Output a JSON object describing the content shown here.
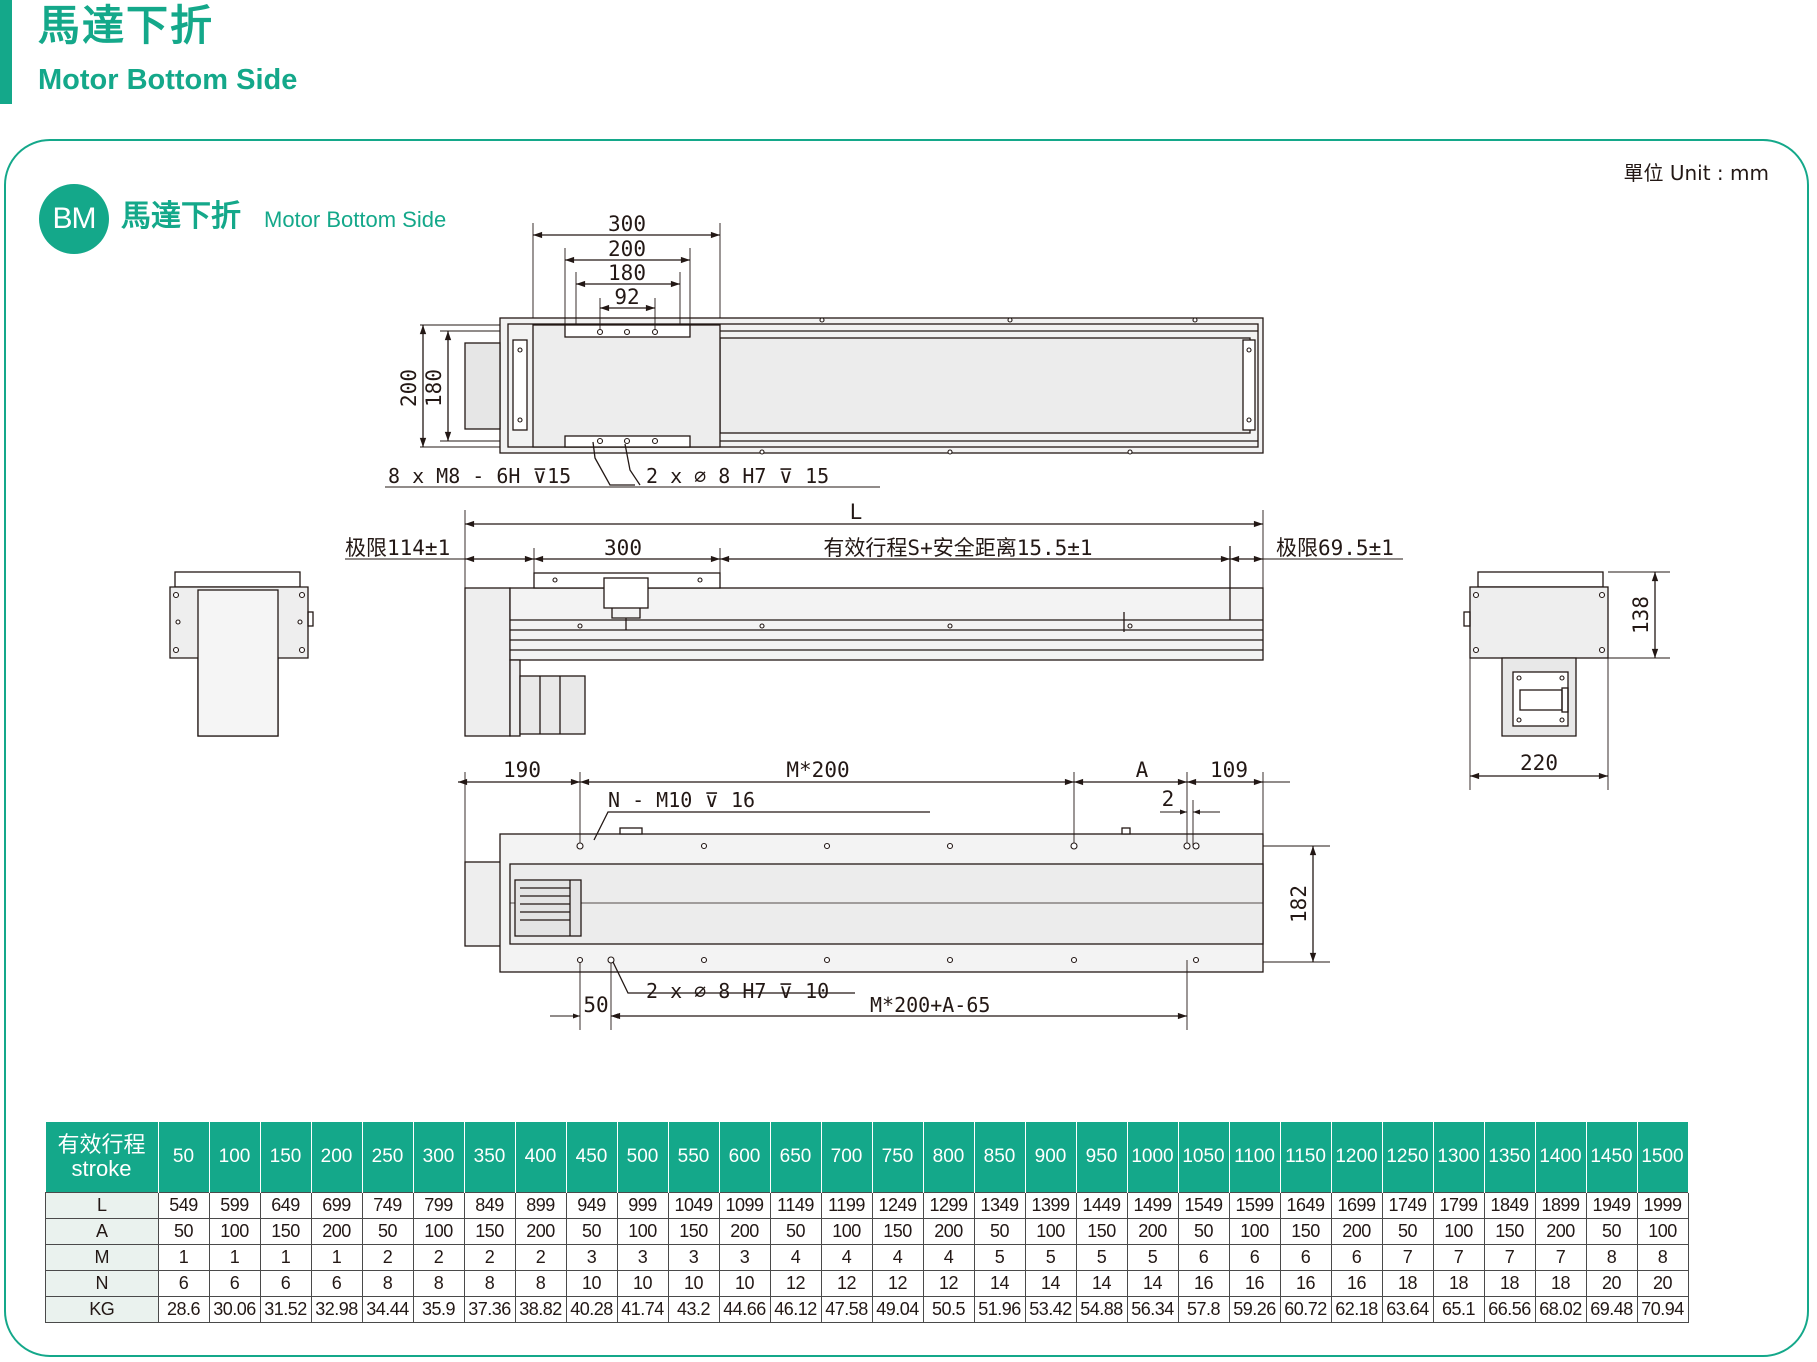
{
  "header": {
    "title_zh": "馬達下折",
    "title_en": "Motor Bottom Side"
  },
  "unit_label": "單位 Unit : mm",
  "section": {
    "badge": "BM",
    "title_zh": "馬達下折",
    "title_en": "Motor Bottom Side"
  },
  "drawing": {
    "top_view": {
      "dim_300": "300",
      "dim_200": "200",
      "dim_180": "180",
      "dim_92": "92",
      "dim_side_200": "200",
      "dim_side_180": "180",
      "callout_screw": "8 x  M8 - 6H ⊽15",
      "callout_pin": "2 x ∅ 8 H7 ⊽ 15"
    },
    "side_view": {
      "dim_L": "L",
      "limit_left": "极限114±1",
      "dim_300": "300",
      "effective_stroke": "有效行程S+安全距离15.5±1",
      "limit_right": "极限69.5±1"
    },
    "end_view": {
      "dim_138": "138",
      "dim_220": "220"
    },
    "bottom_view": {
      "dim_190": "190",
      "dim_m200": "M*200",
      "dim_A": "A",
      "dim_109": "109",
      "dim_2": "2",
      "callout_nut": "N - M10 ⊽ 16",
      "dim_182": "182",
      "dim_50": "50",
      "callout_pin": "2 x ∅ 8 H7 ⊽ 10",
      "dim_m200_a": "M*200+A-65"
    }
  },
  "spec_table": {
    "header_label": [
      "有效行程",
      "stroke"
    ],
    "stroke": [
      "50",
      "100",
      "150",
      "200",
      "250",
      "300",
      "350",
      "400",
      "450",
      "500",
      "550",
      "600",
      "650",
      "700",
      "750",
      "800",
      "850",
      "900",
      "950",
      "1000",
      "1050",
      "1100",
      "1150",
      "1200",
      "1250",
      "1300",
      "1350",
      "1400",
      "1450",
      "1500"
    ],
    "rows": [
      {
        "label": "L",
        "values": [
          "549",
          "599",
          "649",
          "699",
          "749",
          "799",
          "849",
          "899",
          "949",
          "999",
          "1049",
          "1099",
          "1149",
          "1199",
          "1249",
          "1299",
          "1349",
          "1399",
          "1449",
          "1499",
          "1549",
          "1599",
          "1649",
          "1699",
          "1749",
          "1799",
          "1849",
          "1899",
          "1949",
          "1999"
        ]
      },
      {
        "label": "A",
        "values": [
          "50",
          "100",
          "150",
          "200",
          "50",
          "100",
          "150",
          "200",
          "50",
          "100",
          "150",
          "200",
          "50",
          "100",
          "150",
          "200",
          "50",
          "100",
          "150",
          "200",
          "50",
          "100",
          "150",
          "200",
          "50",
          "100",
          "150",
          "200",
          "50",
          "100"
        ]
      },
      {
        "label": "M",
        "values": [
          "1",
          "1",
          "1",
          "1",
          "2",
          "2",
          "2",
          "2",
          "3",
          "3",
          "3",
          "3",
          "4",
          "4",
          "4",
          "4",
          "5",
          "5",
          "5",
          "5",
          "6",
          "6",
          "6",
          "6",
          "7",
          "7",
          "7",
          "7",
          "8",
          "8"
        ]
      },
      {
        "label": "N",
        "values": [
          "6",
          "6",
          "6",
          "6",
          "8",
          "8",
          "8",
          "8",
          "10",
          "10",
          "10",
          "10",
          "12",
          "12",
          "12",
          "12",
          "14",
          "14",
          "14",
          "14",
          "16",
          "16",
          "16",
          "16",
          "18",
          "18",
          "18",
          "18",
          "20",
          "20"
        ]
      },
      {
        "label": "KG",
        "values": [
          "28.6",
          "30.06",
          "31.52",
          "32.98",
          "34.44",
          "35.9",
          "37.36",
          "38.82",
          "40.28",
          "41.74",
          "43.2",
          "44.66",
          "46.12",
          "47.58",
          "49.04",
          "50.5",
          "51.96",
          "53.42",
          "54.88",
          "56.34",
          "57.8",
          "59.26",
          "60.72",
          "62.18",
          "63.64",
          "65.1",
          "66.56",
          "68.02",
          "69.48",
          "70.94"
        ]
      }
    ]
  }
}
